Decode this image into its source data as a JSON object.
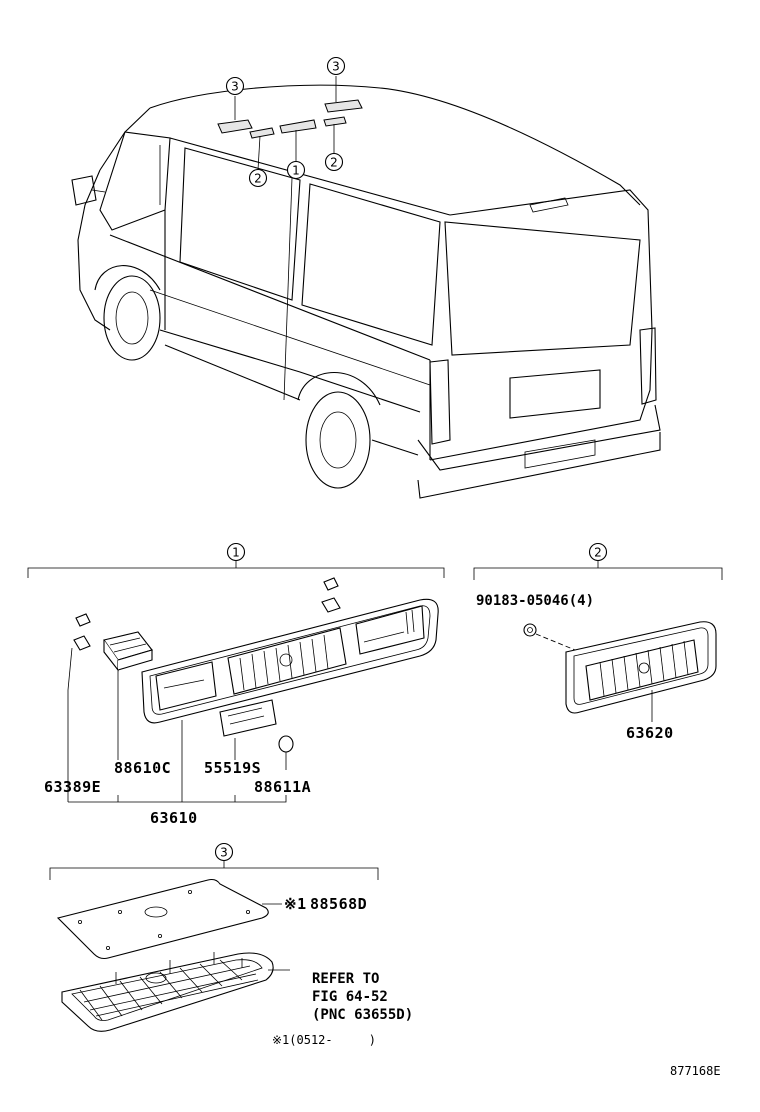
{
  "callouts": {
    "c1": "1",
    "c2": "2",
    "c3": "3"
  },
  "parts": {
    "screw": "90183-05046(4)",
    "register_assy_rear": "63620",
    "bulb_holder": "88610C",
    "clip": "63389E",
    "switch_panel": "55519S",
    "cap": "88611A",
    "register_assy_center": "63610",
    "cover_plate_mark": "※1",
    "cover_plate": "88568D"
  },
  "refer_note": {
    "line1": "REFER TO",
    "line2": "FIG 64-52",
    "line3": "(PNC 63655D)"
  },
  "footnote": "※1(0512-     )",
  "illustration_id": "877168E"
}
